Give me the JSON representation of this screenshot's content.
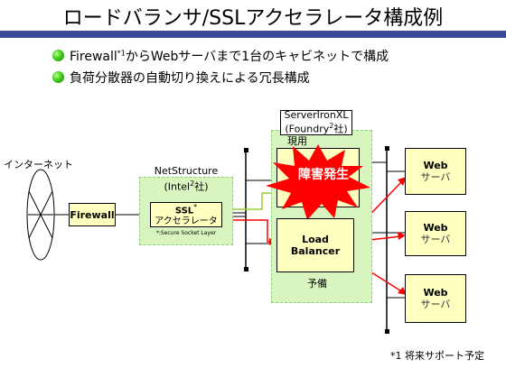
{
  "title": "ロードバランサ/SSLアクセラレータ構成例",
  "bullets": [
    {
      "text_a": "Firewall",
      "sup": "*1",
      "text_b": "からWebサーバまで1台のキャビネットで構成"
    },
    {
      "text_a": "負荷分散器の自動切り換えによる冗長構成",
      "sup": "",
      "text_b": ""
    }
  ],
  "internet": {
    "label": "インターネット"
  },
  "firewall": {
    "label": "Firewall"
  },
  "netstructure": {
    "title": "NetStructure",
    "vendor": "(Intel",
    "vendor_sup": "2",
    "vendor_end": "社)"
  },
  "ssl": {
    "line1": "SSL",
    "line1_sup": "*",
    "line2": "アクセラレータ",
    "footnote": "*:Secure Socket Layer"
  },
  "serveriron": {
    "title": "ServerIronXL",
    "vendor": "(Foundry",
    "vendor_sup": "2",
    "vendor_end": "社)"
  },
  "active": {
    "label": "現用"
  },
  "failure": {
    "label": "障害発生"
  },
  "load_balancer": {
    "label": "Load Balancer"
  },
  "standby": {
    "label": "予備"
  },
  "web_servers": [
    {
      "line1": "Web",
      "line2": "サーバ"
    },
    {
      "line1": "Web",
      "line2": "サーバ"
    },
    {
      "line1": "Web",
      "line2": "サーバ"
    }
  ],
  "footnote": {
    "mark": "*1",
    "text": "将来サポート予定"
  },
  "colors": {
    "title_bar": "#3d4a9c",
    "device_fill": "#ffffc0",
    "group_fill": "#d8f5c0",
    "alert": "#ff0000"
  }
}
